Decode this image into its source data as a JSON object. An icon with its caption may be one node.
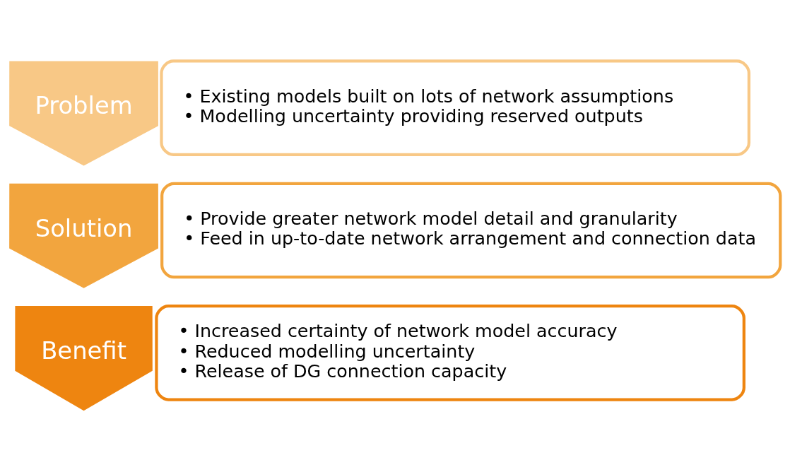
{
  "diagram": {
    "nodes": [
      {
        "text": [
          "Problem"
        ]
      },
      {
        "text": [
          "• Existing models built on lots of network assumptions",
          "• Modelling uncertainty providing reserved outputs"
        ]
      },
      {
        "text": [
          "Solution"
        ]
      },
      {
        "text": [
          "• Provide greater network model detail and granularity",
          "• Feed in up-to-date network arrangement and connection data"
        ]
      },
      {
        "text": [
          "Benefit"
        ]
      },
      {
        "text": [
          "• Increased certainty of network model accuracy",
          "• Reduced modelling uncertainty",
          "• Release of DG connection capacity"
        ]
      }
    ],
    "edges": []
  }
}
